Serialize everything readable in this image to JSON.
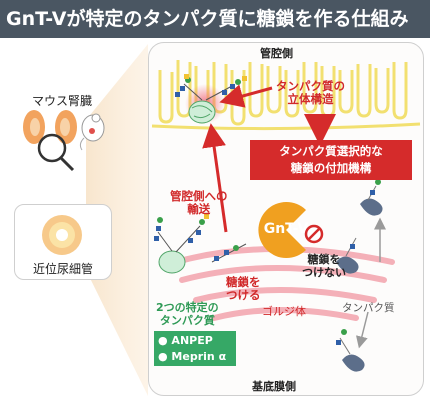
{
  "title": "GnT-Vが特定のタンパク質に糖鎖を作る仕組み",
  "left_panel": {
    "mouse_kidney": "マウス腎臓",
    "proximal_tubule": "近位尿細管"
  },
  "diagram": {
    "lumen_side": "管腔側",
    "basement_side": "基底膜側",
    "protein_3d_structure": "タンパク質の\n立体構造",
    "selective_mechanism": "タンパク質選択的な\n糖鎖の付加機構",
    "transport_to_lumen": "管腔側への\n輸送",
    "enzyme": "GnT-V",
    "attach_glycan": "糖鎖を\nつける",
    "no_glycan": "糖鎖を\nつけない",
    "protein": "タンパク質",
    "golgi": "ゴルジ体",
    "two_proteins_title": "2つの特定の\nタンパク質",
    "proteins": [
      "● ANPEP",
      "● Meprin α"
    ]
  },
  "colors": {
    "title_bg": "#4a5662",
    "accent_red": "#d52b2b",
    "enzyme_orange": "#f0a020",
    "green": "#36a866",
    "villi_yellow": "#f4e36c"
  }
}
